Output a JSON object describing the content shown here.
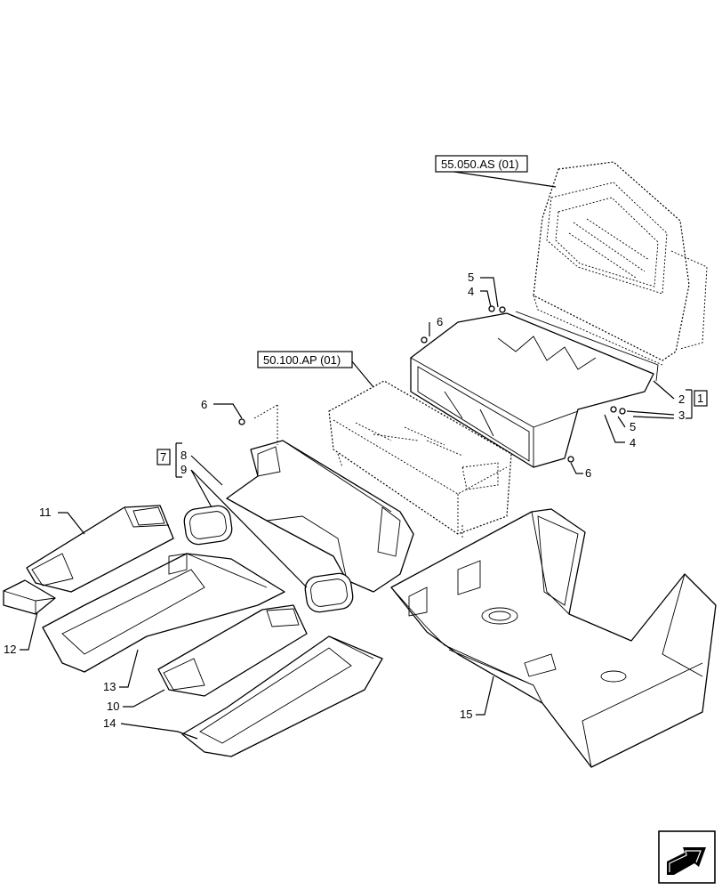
{
  "references": {
    "ref_55050": "55.050.AS (01)",
    "ref_50100": "50.100.AP (01)",
    "boxed_1": "1",
    "boxed_7": "7"
  },
  "callouts": {
    "c2": "2",
    "c3": "3",
    "c4_top": "4",
    "c5_top": "5",
    "c4_right": "4",
    "c5_right": "5",
    "c6_top": "6",
    "c6_left": "6",
    "c6_right": "6",
    "c8": "8",
    "c9": "9",
    "c10": "10",
    "c11": "11",
    "c12": "12",
    "c13": "13",
    "c14": "14",
    "c15": "15"
  },
  "nav_icon": "arrow-navigation-icon"
}
